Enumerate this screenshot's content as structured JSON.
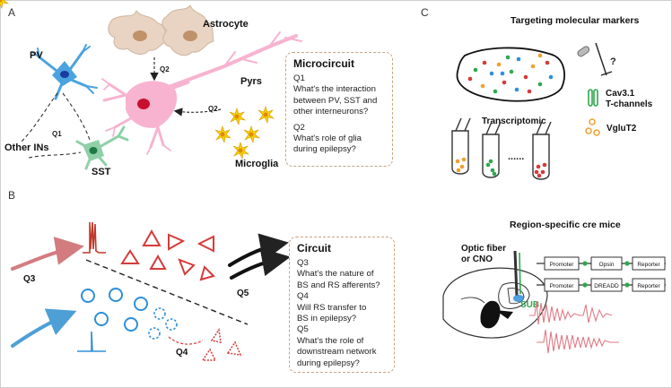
{
  "panel_a": {
    "letter": "A",
    "astrocyte": "Astrocyte",
    "pv": "PV",
    "pyrs": "Pyrs",
    "other_ins": "Other INs",
    "sst": "SST",
    "microglia": "Microglia",
    "q1": "Q1",
    "q2_top": "Q2",
    "q2_right": "Q2",
    "box": {
      "title": "Microcircuit",
      "lines": [
        "Q1",
        "What's the interaction",
        "between  PV, SST and",
        "other interneurons?",
        "",
        "Q2",
        "What's role of  glia",
        "during epilepsy?"
      ]
    }
  },
  "panel_b": {
    "letter": "B",
    "q3": "Q3",
    "q4": "Q4",
    "q5": "Q5",
    "box": {
      "title": "Circuit",
      "lines": [
        "Q3",
        "What's the nature of",
        "BS and RS afferents?",
        "Q4",
        "Will RS transfer to",
        "BS in epilepsy?",
        "Q5",
        "What's the role of",
        "downstream network",
        "during epilepsy?"
      ]
    }
  },
  "panel_c": {
    "letter": "C",
    "heading1": "Targeting molecular markers",
    "transcriptomic": "Transcriptomic",
    "dots": "......",
    "question": "?",
    "cav_line1": "Cav3.1",
    "cav_line2": "T-channels",
    "vglut": "VgluT2",
    "heading2": "Region-specific cre mice",
    "optic_line1": "Optic fiber",
    "optic_line2": "or CNO",
    "sub": "SUB",
    "construct1": [
      "Promoter",
      "Opsin",
      "Reporter"
    ],
    "construct2": [
      "Promoter",
      "DREADD",
      "Reporter"
    ]
  },
  "colors": {
    "pv": "#4aa3df",
    "sst": "#8fd0a8",
    "pyr": "#f7b3cf",
    "astro": "#e9d4c3",
    "micro": "#f6d000",
    "red": "#d63a3a",
    "blue": "#2f8fd8",
    "sub_green": "#2fa84f",
    "box_border": "#c9a27e"
  }
}
